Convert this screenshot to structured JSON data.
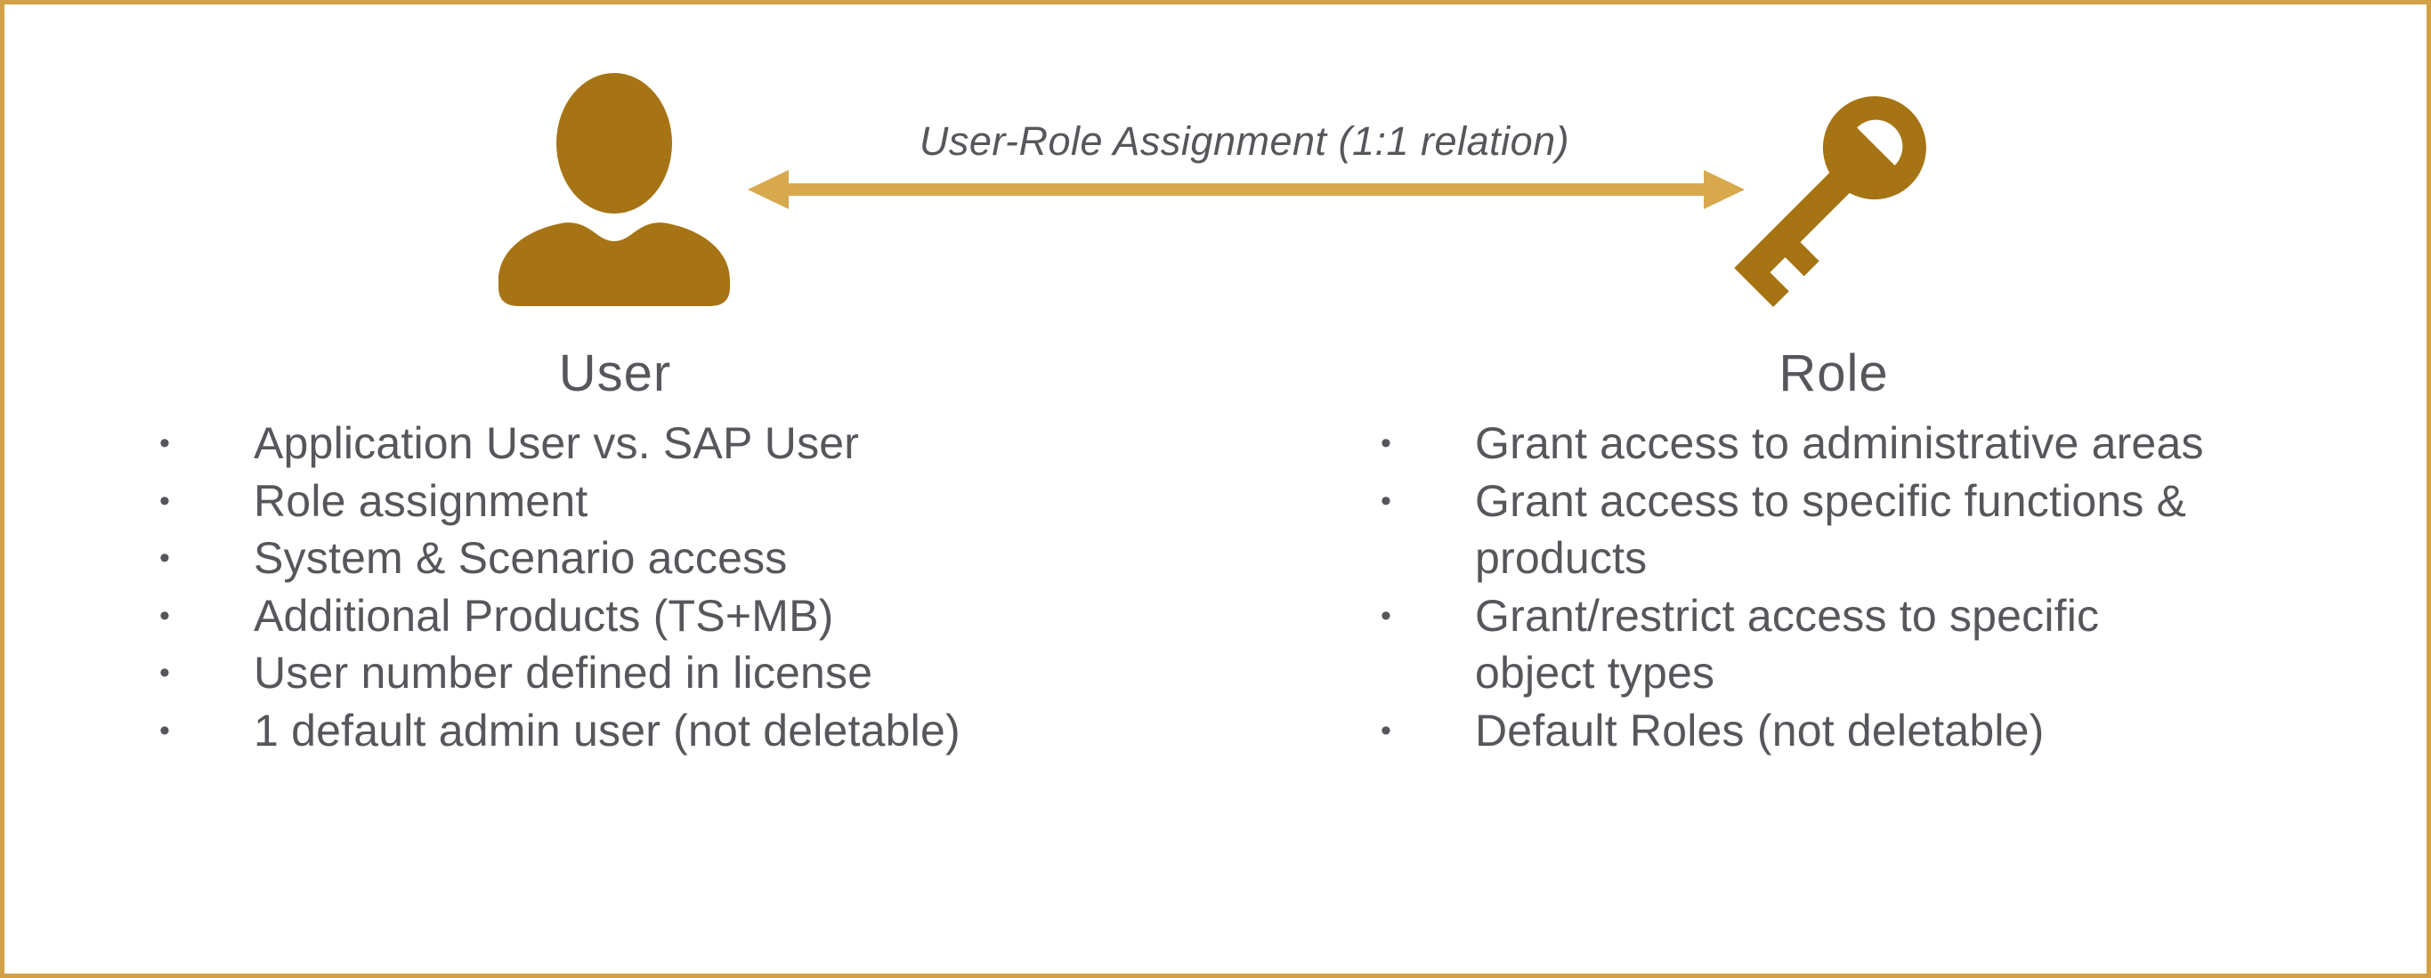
{
  "colors": {
    "icon_gold": "#A67414",
    "arrow_gold": "#D7A84C",
    "text_gray": "#55575B",
    "border_gold": "#D3A044"
  },
  "bullet_char": "•",
  "relation": {
    "label": "User-Role Assignment (1:1 relation)"
  },
  "user_section": {
    "title": "User",
    "items": [
      [
        "Application User vs. SAP User"
      ],
      [
        "Role assignment"
      ],
      [
        "System & Scenario access"
      ],
      [
        "Additional Products (TS+MB)"
      ],
      [
        "User number defined in license"
      ],
      [
        "1 default admin user (not deletable)"
      ]
    ]
  },
  "role_section": {
    "title": "Role",
    "items": [
      [
        "Grant access to administrative areas"
      ],
      [
        "Grant access to specific functions &",
        "products"
      ],
      [
        "Grant/restrict access to specific",
        "object types"
      ],
      [
        "Default Roles (not deletable)"
      ]
    ]
  }
}
